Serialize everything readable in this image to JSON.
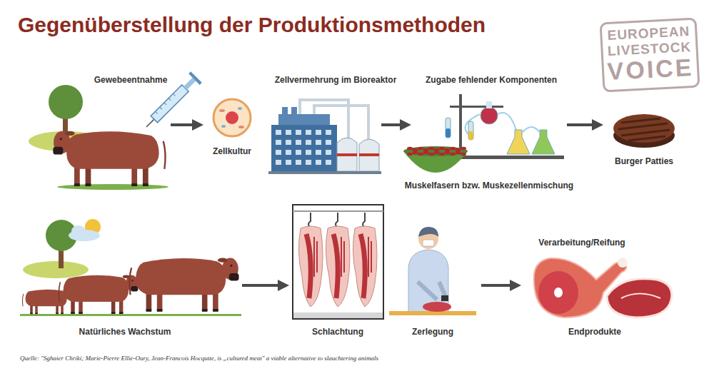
{
  "diagram": {
    "title": "Gegenüberstellung der Produktionsmethoden",
    "caption": "Quelle: \"Sghaier Chriki; Marie-Pierre Ellie-Oury, Jean-Francois Hocqutte, is „cultured meat\" a viable alternative to slauchtering animals",
    "nodes": [
      {
        "text": [
          "Gewebeentnahme"
        ]
      },
      {
        "text": [
          "Zellkultur"
        ]
      },
      {
        "text": [
          "Zellvermehrung im Bioreaktor"
        ]
      },
      {
        "text": [
          "Zugabe fehlender Komponenten",
          "Muskelfasern bzw. Muskezellenmischung"
        ]
      },
      {
        "text": [
          "Burger Patties"
        ]
      },
      {
        "text": [
          "Natürliches Wachstum"
        ]
      },
      {
        "text": [
          "Schlachtung"
        ]
      },
      {
        "text": [
          "Zerlegung"
        ]
      },
      {
        "text": [
          "Verarbeitung/Reifung",
          "Endprodukte"
        ]
      }
    ],
    "edges": [
      {
        "from": 0,
        "to": 1,
        "arrow": "to"
      },
      {
        "from": 2,
        "to": 3,
        "arrow": "to"
      },
      {
        "from": 3,
        "to": 4,
        "arrow": "to"
      },
      {
        "from": 5,
        "to": 6,
        "arrow": "to"
      },
      {
        "from": 7,
        "to": 8,
        "arrow": "to"
      }
    ],
    "labels": [
      "EUROPEAN",
      "LIVESTOCK",
      "VOICE"
    ]
  }
}
